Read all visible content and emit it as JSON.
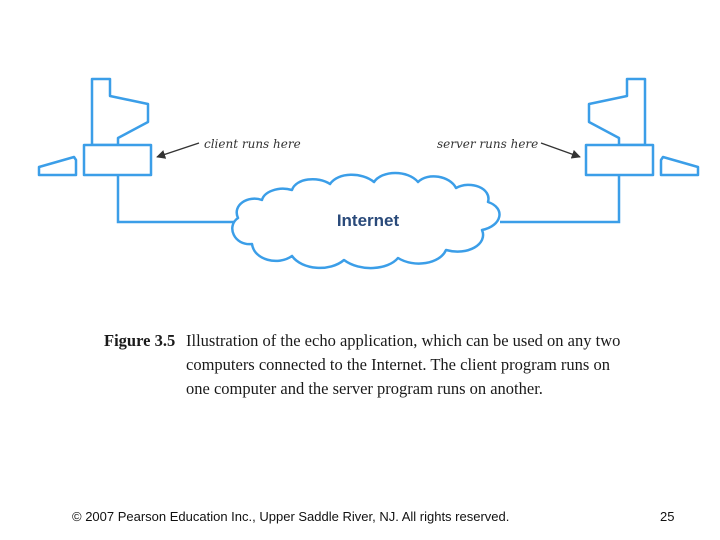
{
  "diagram": {
    "client_label": "client runs here",
    "server_label": "server runs here",
    "cloud_label": "Internet",
    "line_color": "#3b9ee8",
    "fill_color": "#ffffff"
  },
  "caption": {
    "figure_label": "Figure 3.5",
    "lines": [
      "Illustration of the echo application, which can be used on any two",
      "computers connected to the Internet.  The client program runs on",
      "one computer and the server program runs on another."
    ]
  },
  "footer": {
    "copyright": "© 2007 Pearson Education Inc., Upper Saddle River, NJ. All rights reserved.",
    "page_number": "25"
  }
}
